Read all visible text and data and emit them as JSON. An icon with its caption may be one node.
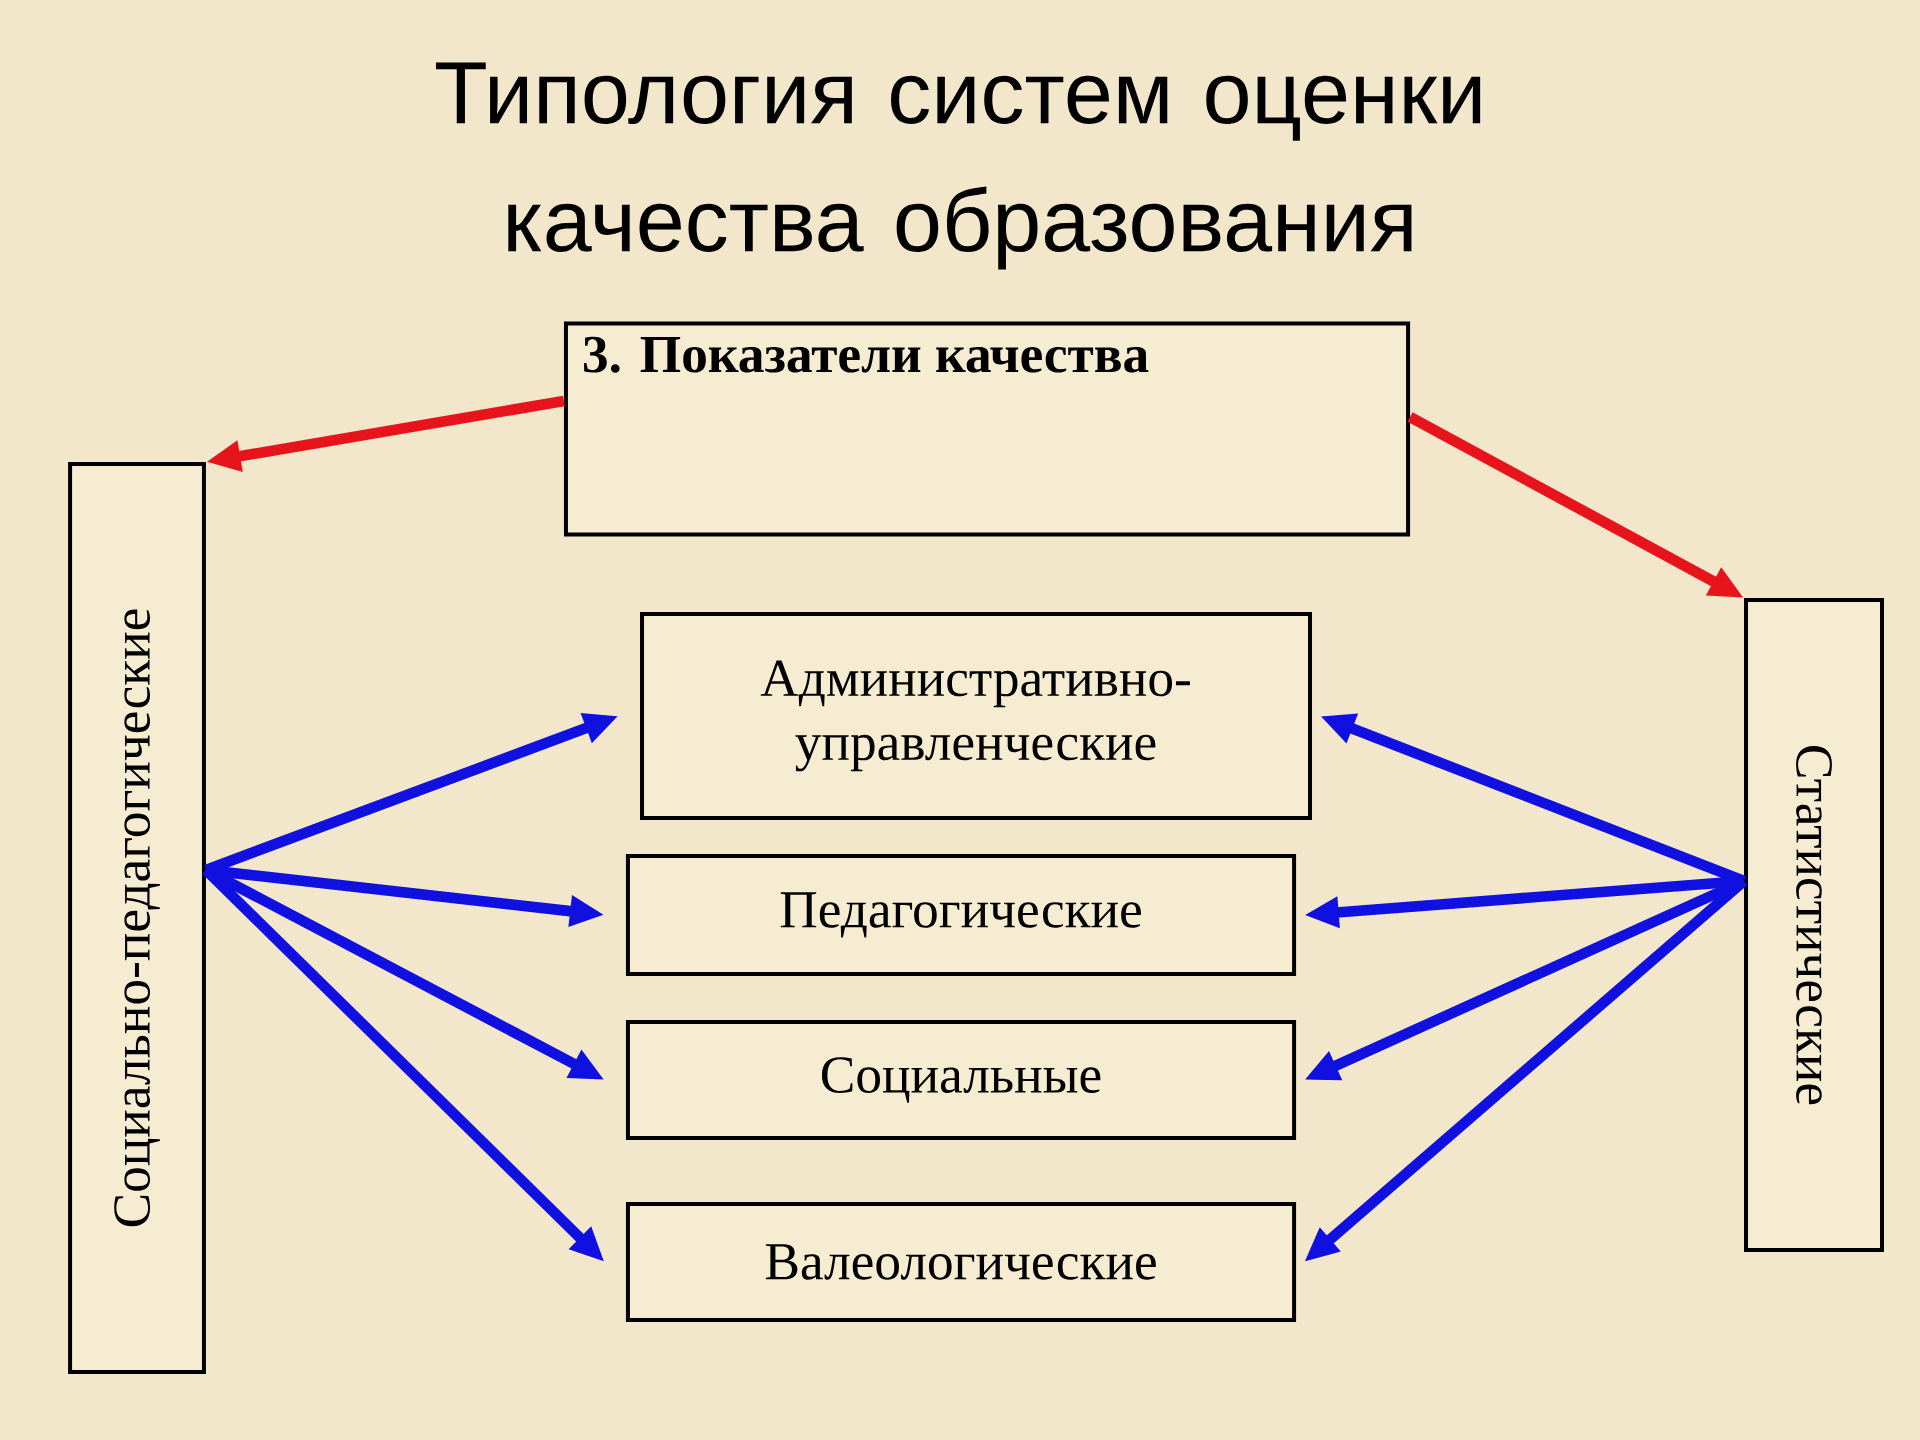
{
  "diagram": {
    "title": "Типология систем оценки качества образования",
    "nodes": [
      {
        "text": [
          "**3. Показатели качества**"
        ]
      },
      {
        "text": [
          "Социально-педагогические"
        ]
      },
      {
        "text": [
          "Статистические"
        ]
      },
      {
        "text": [
          "Административно- управленческие"
        ]
      },
      {
        "text": [
          "Педагогические"
        ]
      },
      {
        "text": [
          "Социальные"
        ]
      },
      {
        "text": [
          "Валеологические"
        ]
      }
    ],
    "edges": [
      {
        "from": 0,
        "to": 1,
        "arrow": "to",
        "color": "#e8141c"
      },
      {
        "from": 0,
        "to": 2,
        "arrow": "to",
        "color": "#e8141c"
      },
      {
        "from": 1,
        "to": 3,
        "arrow": "to"
      },
      {
        "from": 1,
        "to": 4,
        "arrow": "to"
      },
      {
        "from": 1,
        "to": 5,
        "arrow": "to"
      },
      {
        "from": 1,
        "to": 6,
        "arrow": "to"
      },
      {
        "from": 2,
        "to": 3,
        "arrow": "to"
      },
      {
        "from": 2,
        "to": 4,
        "arrow": "to"
      },
      {
        "from": 2,
        "to": 5,
        "arrow": "to"
      },
      {
        "from": 2,
        "to": 6,
        "arrow": "to"
      }
    ]
  }
}
